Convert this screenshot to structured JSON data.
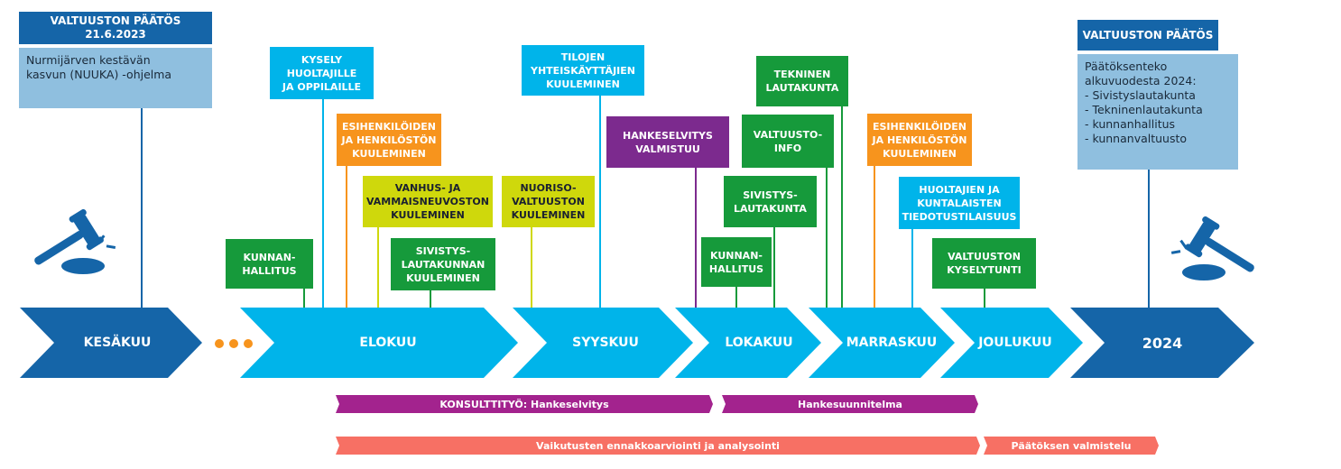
{
  "colors": {
    "dark_blue": "#1565a8",
    "light_blue": "#00b4ea",
    "green": "#169a3b",
    "orange": "#f7941d",
    "lime": "#cfd80c",
    "purple": "#7c2a8e",
    "magenta": "#a3238e",
    "coral": "#f77064",
    "pale_blue": "#8fbfdf"
  },
  "decision_left": {
    "title": "VALTUUSTON PÄÄTÖS 21.6.2023",
    "text": "Nurmijärven kestävän\nkasvun (NUUKA) -ohjelma"
  },
  "decision_right": {
    "title": "VALTUUSTON PÄÄTÖS",
    "text": "Päätöksenteko\nalkuvuodesta 2024:\n- Sivistyslautakunta\n- Tekninenlautakunta\n- kunnanhallitus\n- kunnanvaltuusto"
  },
  "icons": {
    "left": "gavel-icon",
    "right": "gavel-icon",
    "ellipsis": "ellipsis-dots"
  },
  "timeline": [
    "KESÄKUU",
    "ELOKUU",
    "SYYSKUU",
    "LOKAKUU",
    "MARRASKUU",
    "JOULUKUU",
    "2024"
  ],
  "events": {
    "kysely": "KYSELY\nHUOLTAJILLE\nJA OPPILAILLE",
    "esihenkilot1": "ESIHENKILÖIDEN\nJA HENKILÖSTÖN\nKUULEMINEN",
    "vanhus": "VANHUS- JA\nVAMMAISNEUVOSTON\nKUULEMINEN",
    "kunnanhallitus1": "KUNNAN-\nHALLITUS",
    "sivistyslautakunnan": "SIVISTYS-\nLAUTAKUNNAN\nKUULEMINEN",
    "tilojen": "TILOJEN\nYHTEISKÄYTTÄJIEN\nKUULEMINEN",
    "nuoriso": "NUORISO-\nVALTUUSTON\nKUULEMINEN",
    "hankeselvitys": "HANKESELVITYS\nVALMISTUU",
    "tekninen": "TEKNINEN\nLAUTAKUNTA",
    "valtuustoinfo": "VALTUUSTO-\nINFO",
    "sivistyslautakunta": "SIVISTYS-\nLAUTAKUNTA",
    "kunnanhallitus2": "KUNNAN-\nHALLITUS",
    "esihenkilot2": "ESIHENKILÖIDEN\nJA HENKILÖSTÖN\nKUULEMINEN",
    "huoltajien": "HUOLTAJIEN JA\nKUNTALAISTEN\nTIEDOTUSTILAISUUS",
    "kyselytunti": "VALTUUSTON\nKYSELYTUNTI"
  },
  "bars": {
    "konsulttityo": "KONSULTTITYÖ: Hankeselvitys",
    "hankesuunnitelma": "Hankesuunnitelma",
    "vaikutusten": "Vaikutusten ennakkoarviointi ja analysointi",
    "paatoksen": "Päätöksen valmistelu"
  }
}
